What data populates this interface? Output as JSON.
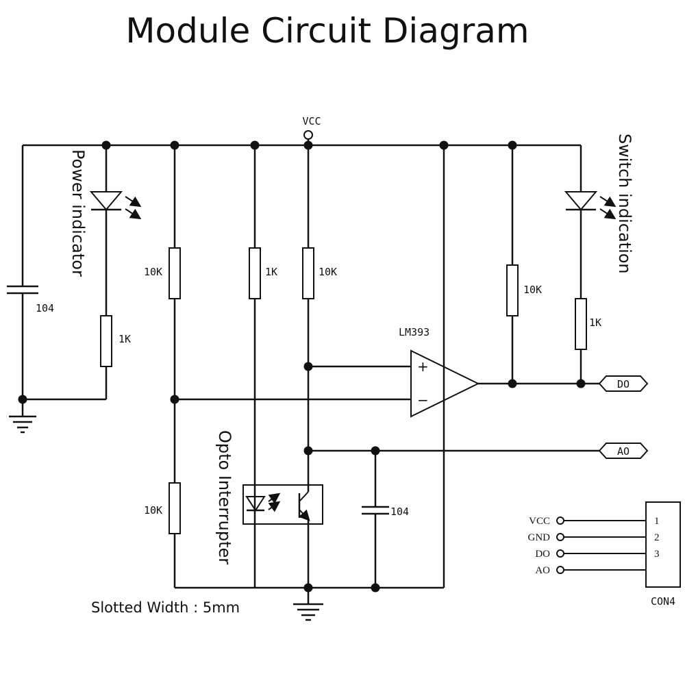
{
  "title": "Module Circuit Diagram",
  "supply_label": "VCC",
  "ic_label": "LM393",
  "comparator_plus": "+",
  "comparator_minus": "−",
  "annotations": {
    "power_indicator": "Power indicator",
    "switch_indication": "Switch indication",
    "opto_interrupter": "Opto Interrupter",
    "slotted_width": "Slotted Width : 5mm"
  },
  "components": {
    "c1": "104",
    "r_power_led": "1K",
    "r_divider_top": "10K",
    "r_divider_bottom": "10K",
    "r_opto_led": "1K",
    "r_pullup": "10K",
    "r_output_pullup": "10K",
    "r_switch_led": "1K",
    "c2": "104"
  },
  "outputs": {
    "do": "DO",
    "ao": "AO"
  },
  "connector": {
    "name": "CON4",
    "pins": [
      {
        "signal": "VCC",
        "number": "1"
      },
      {
        "signal": "GND",
        "number": "2"
      },
      {
        "signal": "DO",
        "number": "3"
      },
      {
        "signal": "AO",
        "number": ""
      }
    ]
  }
}
